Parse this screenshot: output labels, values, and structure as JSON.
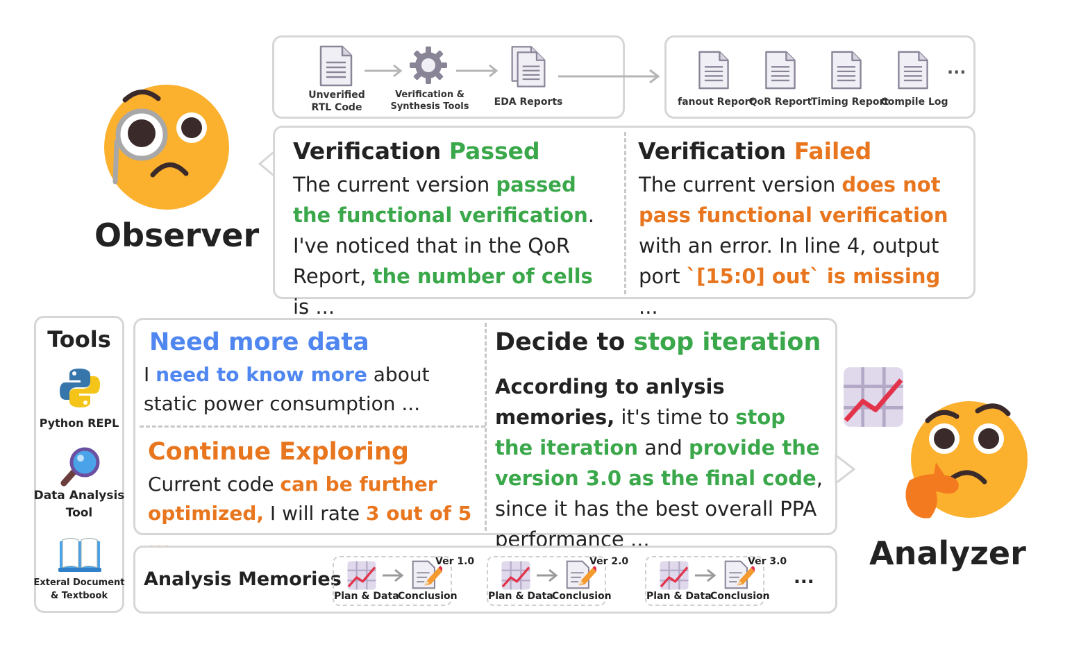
{
  "pipeline": {
    "step1": "Unverified RTL Code",
    "step2_line1": "Verification &",
    "step2_line2": "Synthesis Tools",
    "step3": "EDA Reports",
    "reports": [
      "fanout Report",
      "QoR Report",
      "Timing Report",
      "Compile Log"
    ],
    "ellipsis": "..."
  },
  "observer": {
    "label": "Observer",
    "passed": {
      "title_prefix": "Verification",
      "title_status": "Passed",
      "t1": "The current version ",
      "h1": "passed the functional verification",
      "t2": ". I've noticed that in the QoR Report, ",
      "h2": "the number of cells",
      "t3": " is ..."
    },
    "failed": {
      "title_prefix": "Verification",
      "title_status": "Failed",
      "t1": "The current version ",
      "h1": "does not pass functional verification",
      "t2": " with an error. In line 4,  output port ",
      "h2": "`[15:0] out` is missing",
      "t3": " ..."
    }
  },
  "tools": {
    "title": "Tools",
    "python": "Python REPL",
    "data_line1": "Data Analysis",
    "data_line2": "Tool",
    "doc_line1": "Exteral Document",
    "doc_line2": "& Textbook"
  },
  "analyzer": {
    "label": "Analyzer",
    "need": {
      "title": "Need more data",
      "t1": "I ",
      "h1": "need to know more",
      "t2": " about static power consumption ..."
    },
    "cont": {
      "title": "Continue Exploring",
      "t1": "Current code ",
      "h1": "can be further optimized,",
      "t2": " I will rate ",
      "h2": "3 out of 5 ..."
    },
    "stop": {
      "title_prefix": "Decide to ",
      "title_status": "stop iteration",
      "b1": "According to anlysis memories,",
      "t1": " it's time to ",
      "h1": "stop the iteration",
      "t2": " and ",
      "h2": "provide the version 3.0 as the final code",
      "t3": ", since it has the best overall PPA performance ..."
    }
  },
  "memories": {
    "title": "Analysis Memories",
    "items": [
      {
        "ver": "Ver 1.0",
        "plan": "Plan & Data",
        "concl": "Conclusion"
      },
      {
        "ver": "Ver 2.0",
        "plan": "Plan & Data",
        "concl": "Conclusion"
      },
      {
        "ver": "Ver 3.0",
        "plan": "Plan & Data",
        "concl": "Conclusion"
      }
    ],
    "ellipsis": "..."
  }
}
